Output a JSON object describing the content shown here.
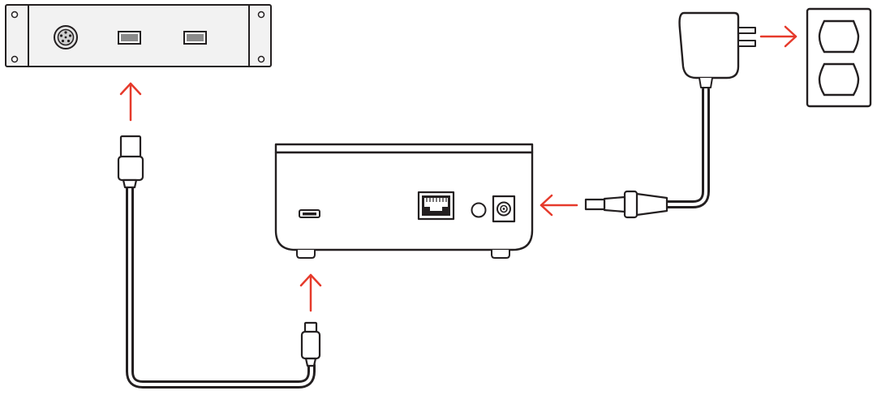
{
  "diagram": {
    "type": "connection-diagram",
    "colors": {
      "outline": "#231f20",
      "arrow": "#e63a2b",
      "panel_fill": "#f2f2f2",
      "port_fill": "#8a8a8a",
      "background": "#ffffff"
    },
    "components": [
      {
        "name": "rack-panel",
        "icon": "rack-mount-panel-icon",
        "ports": [
          "din-connector",
          "usb-a-port",
          "usb-a-port"
        ]
      },
      {
        "name": "hub-device",
        "icon": "hub-device-icon",
        "ports": [
          "micro-usb-port",
          "ethernet-port",
          "led-indicator",
          "dc-power-jack"
        ]
      },
      {
        "name": "power-adapter",
        "icon": "wall-adapter-icon"
      },
      {
        "name": "wall-outlet",
        "icon": "duplex-outlet-icon"
      }
    ],
    "connections": [
      {
        "cable": "usb-a-to-micro-usb-cable",
        "from": "hub-device",
        "to": "rack-panel"
      },
      {
        "cable": "dc-barrel-cable",
        "from": "power-adapter",
        "to": "hub-device"
      },
      {
        "cable": "ac-plug",
        "from": "power-adapter",
        "to": "wall-outlet"
      }
    ]
  }
}
